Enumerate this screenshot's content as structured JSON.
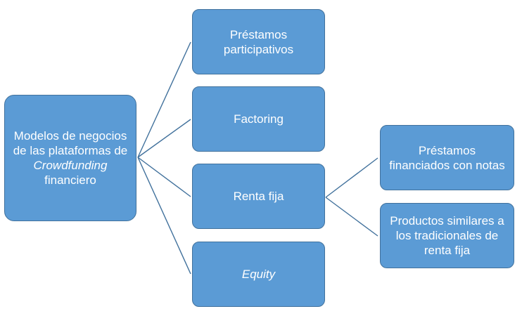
{
  "diagram": {
    "root": {
      "line1": "Modelos de negocios",
      "line2": "de las plataformas de",
      "line3": "Crowdfunding",
      "line4": "financiero"
    },
    "level1": [
      {
        "line1": "Préstamos",
        "line2": "participativos"
      },
      {
        "line1": "Factoring"
      },
      {
        "line1": "Renta fija"
      },
      {
        "line1": "Equity"
      }
    ],
    "level2": [
      {
        "line1": "Préstamos",
        "line2": "financiados con notas"
      },
      {
        "line1": "Productos similares a",
        "line2": "los tradicionales de",
        "line3": "renta fija"
      }
    ],
    "colors": {
      "box_fill": "#5b9bd5",
      "box_border": "#41719c",
      "connector": "#41719c",
      "text": "#ffffff"
    }
  }
}
